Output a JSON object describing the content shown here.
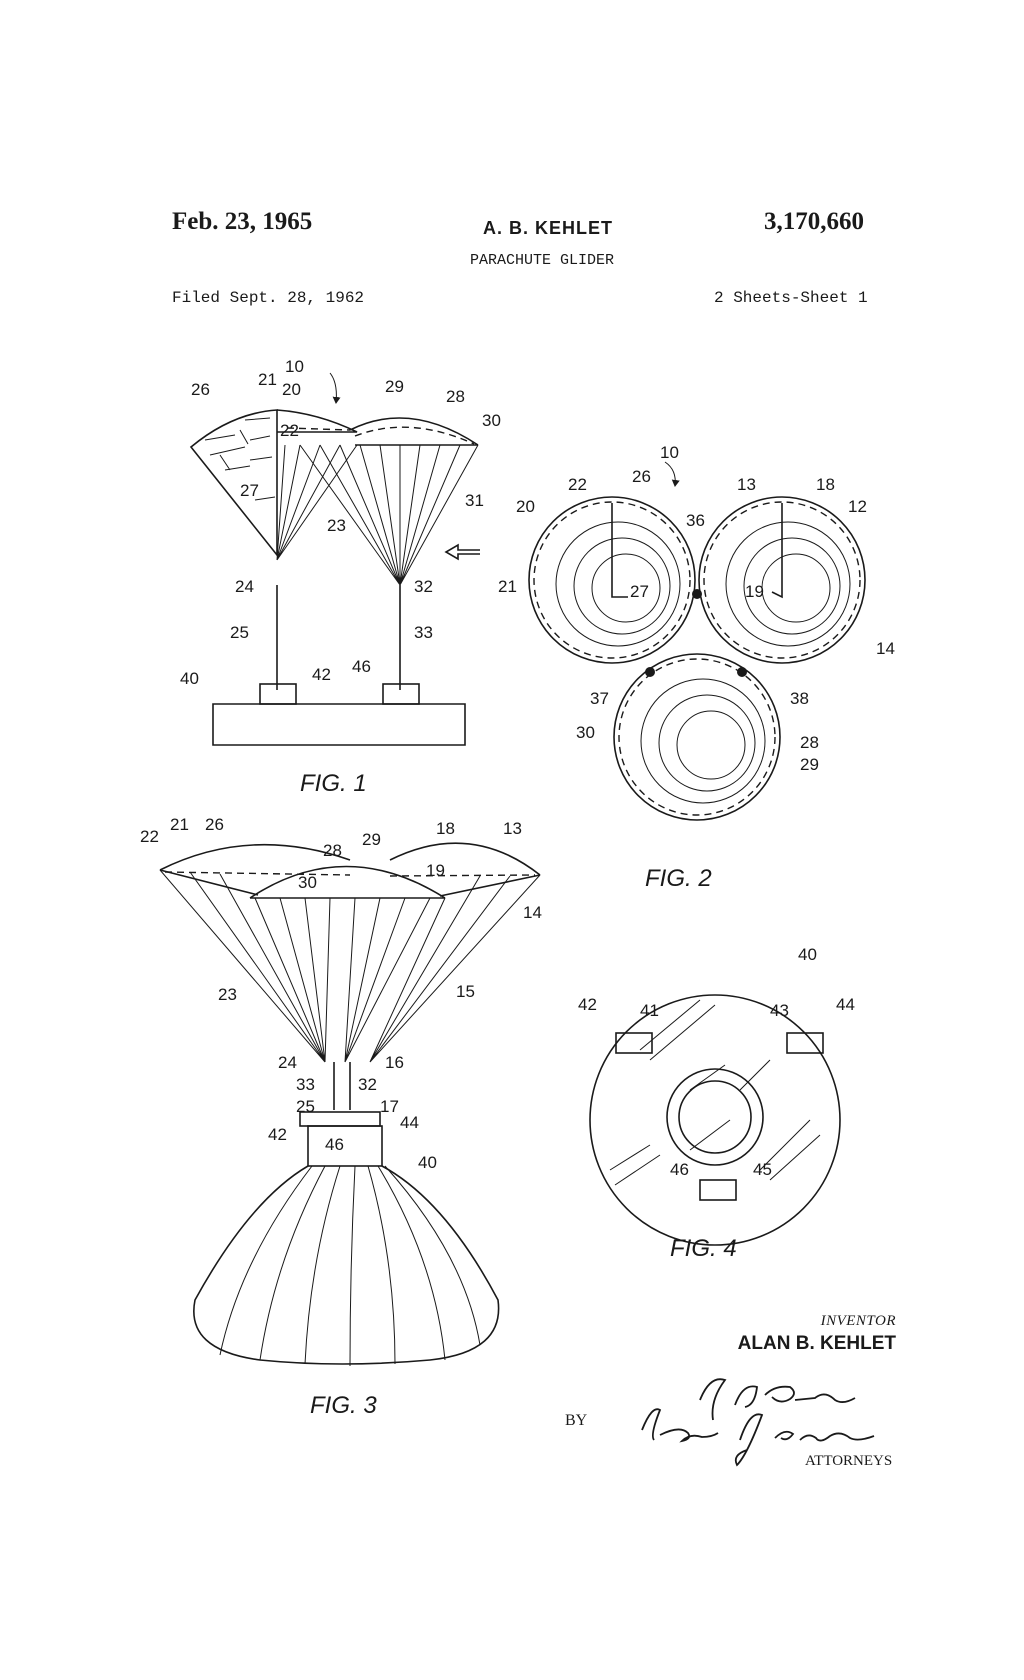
{
  "header": {
    "date": "Feb. 23, 1965",
    "inventor_short": "A. B. KEHLET",
    "patent_number": "3,170,660",
    "title": "PARACHUTE GLIDER",
    "filed": "Filed Sept. 28, 1962",
    "sheets": "2 Sheets-Sheet 1"
  },
  "figures": {
    "fig1": "FIG. 1",
    "fig2": "FIG. 2",
    "fig3": "FIG. 3",
    "fig4": "FIG. 4"
  },
  "refs": {
    "fig1": [
      "10",
      "26",
      "21",
      "20",
      "29",
      "28",
      "30",
      "22",
      "27",
      "23",
      "31",
      "24",
      "32",
      "25",
      "33",
      "40",
      "42",
      "46"
    ],
    "fig2": [
      "10",
      "22",
      "26",
      "20",
      "21",
      "27",
      "36",
      "13",
      "18",
      "12",
      "19",
      "14",
      "37",
      "38",
      "30",
      "28",
      "29"
    ],
    "fig3": [
      "22",
      "21",
      "26",
      "28",
      "29",
      "18",
      "13",
      "30",
      "19",
      "14",
      "23",
      "15",
      "24",
      "33",
      "32",
      "16",
      "25",
      "17",
      "42",
      "44",
      "46",
      "40"
    ],
    "fig4": [
      "40",
      "42",
      "41",
      "43",
      "44",
      "46",
      "45"
    ]
  },
  "signature": {
    "inventor_label": "INVENTOR",
    "inventor_name": "ALAN B. KEHLET",
    "by": "BY",
    "signer1": "J. D. O'Brien",
    "signer2": "Howard J. Osborn",
    "attorneys": "ATTORNEYS"
  }
}
